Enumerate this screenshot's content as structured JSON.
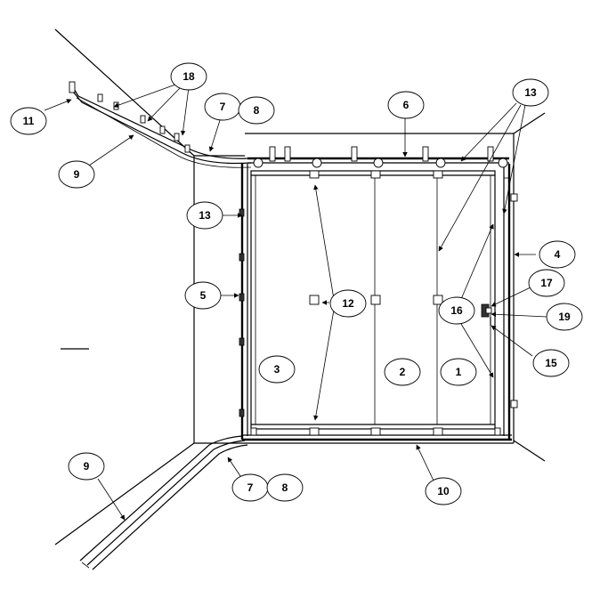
{
  "callouts": {
    "c1": "1",
    "c2": "2",
    "c3": "3",
    "c4": "4",
    "c5": "5",
    "c6": "6",
    "c7_top": "7",
    "c8_top": "8",
    "c7_bottom": "7",
    "c8_bottom": "8",
    "c9_top": "9",
    "c9_bottom": "9",
    "c10": "10",
    "c11": "11",
    "c12": "12",
    "c13_top": "13",
    "c13_left": "13",
    "c15": "15",
    "c16": "16",
    "c17": "17",
    "c18": "18",
    "c19": "19"
  },
  "colors": {
    "line": "#000000",
    "background": "#ffffff"
  }
}
